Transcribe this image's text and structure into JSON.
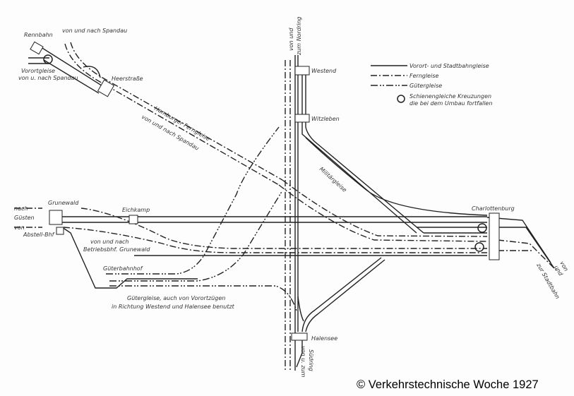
{
  "title": "Gleisplan Westkreuz / Charlottenburg",
  "stations": {
    "rennbahn": "Rennbahn",
    "heerstrasse": "Heerstraße",
    "westend": "Westend",
    "witzleben": "Witzleben",
    "charlottenburg": "Charlottenburg",
    "halensee": "Halensee",
    "grunewald": "Grunewald",
    "eichkamp": "Eichkamp",
    "gueterbahnhof": "Güterbahnhof"
  },
  "labels": {
    "spandau_top": "von und nach Spandau",
    "vorortgleise_1": "Vorortgleise",
    "vorortgleise_2": "von u. nach Spandau",
    "hamburger_1": "Hamburger Ferngleise",
    "hamburger_2": "von und nach Spandau",
    "nordring_1": "von und",
    "nordring_2": "zum Nordring",
    "militaer": "Militärgleise",
    "nach": "nach",
    "guesten": "Güsten",
    "von": "von",
    "abstell": "Abstell-Bhf",
    "betriebsbhf_1": "von und nach",
    "betriebsbhf_2": "Betriebsbhf. Grunewald",
    "gueter_note_1": "Gütergleise, auch von Vorortzügen",
    "gueter_note_2": "in Richtung Westend und Halensee benutzt",
    "suedring_1": "von u. zum",
    "suedring_2": "Südring",
    "stadtbahn_1": "von",
    "stadtbahn_2": "und",
    "stadtbahn_3": "zur Stadtbahn"
  },
  "legend": [
    {
      "style": "solid",
      "label": "Vorort- und Stadtbahngleise"
    },
    {
      "style": "fern",
      "label": "Ferngleise"
    },
    {
      "style": "gut",
      "label": "Gütergleise"
    },
    {
      "style": "circle",
      "label_1": "Schienengleiche Kreuzungen",
      "label_2": "die bei dem Umbau fortfallen"
    }
  ],
  "copyright": "© Verkehrstechnische Woche 1927"
}
